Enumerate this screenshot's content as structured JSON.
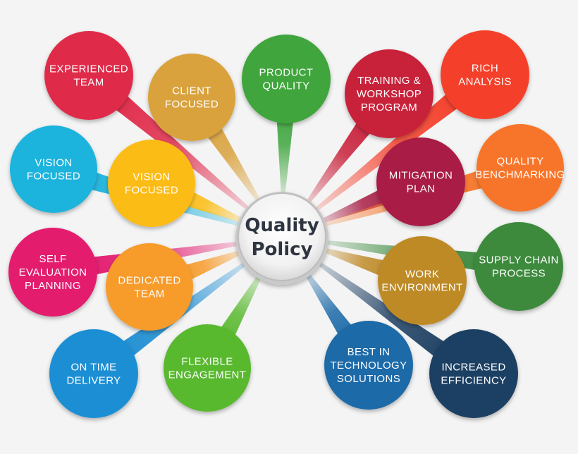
{
  "center": {
    "lines": [
      "Quality",
      "Policy"
    ]
  },
  "bubbles": [
    {
      "id": "experienced-team",
      "lines": [
        "EXPERIENCED",
        "TEAM"
      ],
      "color": "#e02a4a"
    },
    {
      "id": "client-focused",
      "lines": [
        "CLIENT",
        "FOCUSED"
      ],
      "color": "#d9a23e"
    },
    {
      "id": "product-quality",
      "lines": [
        "PRODUCT",
        "QUALITY"
      ],
      "color": "#3fa53e"
    },
    {
      "id": "training-workshop-program",
      "lines": [
        "TRAINING &",
        "WORKSHOP",
        "PROGRAM"
      ],
      "color": "#c8203a"
    },
    {
      "id": "rich-analysis",
      "lines": [
        "RICH",
        "ANALYSIS"
      ],
      "color": "#f43f2a"
    },
    {
      "id": "vision-focused-outer",
      "lines": [
        "VISION",
        "FOCUSED"
      ],
      "color": "#1fb3dc"
    },
    {
      "id": "vision-focused-inner",
      "lines": [
        "VISION",
        "FOCUSED"
      ],
      "color": "#fcbc12"
    },
    {
      "id": "mitigation-plan",
      "lines": [
        "MITIGATION",
        "PLAN"
      ],
      "color": "#a81f45"
    },
    {
      "id": "quality-benchmarking",
      "lines": [
        "QUALITY",
        "BENCHMARKING"
      ],
      "color": "#f7752a"
    },
    {
      "id": "self-evaluation-planning",
      "lines": [
        "SELF",
        "EVALUATION",
        "PLANNING"
      ],
      "color": "#e31a6e"
    },
    {
      "id": "dedicated-team",
      "lines": [
        "DEDICATED",
        "TEAM"
      ],
      "color": "#f79b2a"
    },
    {
      "id": "work-environment",
      "lines": [
        "WORK",
        "ENVIRONMENT"
      ],
      "color": "#be8a27"
    },
    {
      "id": "supply-chain-process",
      "lines": [
        "SUPPLY CHAIN",
        "PROCESS"
      ],
      "color": "#3d8a3e"
    },
    {
      "id": "on-time-delivery",
      "lines": [
        "ON TIME",
        "DELIVERY"
      ],
      "color": "#1e8ed3"
    },
    {
      "id": "flexible-engagement",
      "lines": [
        "FLEXIBLE",
        "ENGAGEMENT"
      ],
      "color": "#59b92f"
    },
    {
      "id": "best-in-technology-solutions",
      "lines": [
        "BEST IN",
        "TECHNOLOGY",
        "SOLUTIONS"
      ],
      "color": "#1c6aa8"
    },
    {
      "id": "increased-efficiency",
      "lines": [
        "INCREASED",
        "EFFICIENCY"
      ],
      "color": "#1e4063"
    }
  ]
}
